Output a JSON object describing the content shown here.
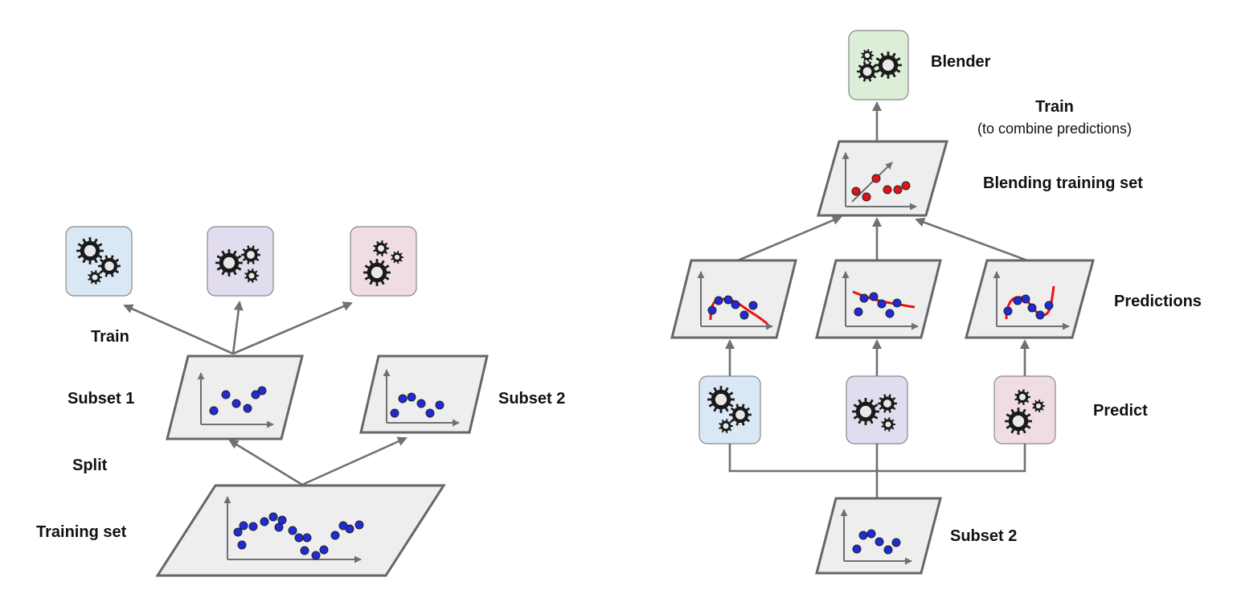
{
  "labels": {
    "train_left": "Train",
    "subset1": "Subset 1",
    "subset2_left": "Subset 2",
    "split": "Split",
    "training_set": "Training set",
    "blender": "Blender",
    "train_right": "Train",
    "train_right_sub": "(to combine predictions)",
    "blending_training_set": "Blending training set",
    "predictions": "Predictions",
    "predict": "Predict",
    "subset2_right": "Subset 2"
  },
  "colors": {
    "predictor_1": "#dae8f5",
    "predictor_2": "#e2dcef",
    "predictor_3": "#f0dde4",
    "blender": "#dcedd8",
    "dot_blue": "#1f2bd6",
    "dot_red": "#e01414",
    "curve_red": "#ee1111"
  },
  "icons": {
    "predictor": "gear-icon",
    "axes": "axes-icon"
  }
}
